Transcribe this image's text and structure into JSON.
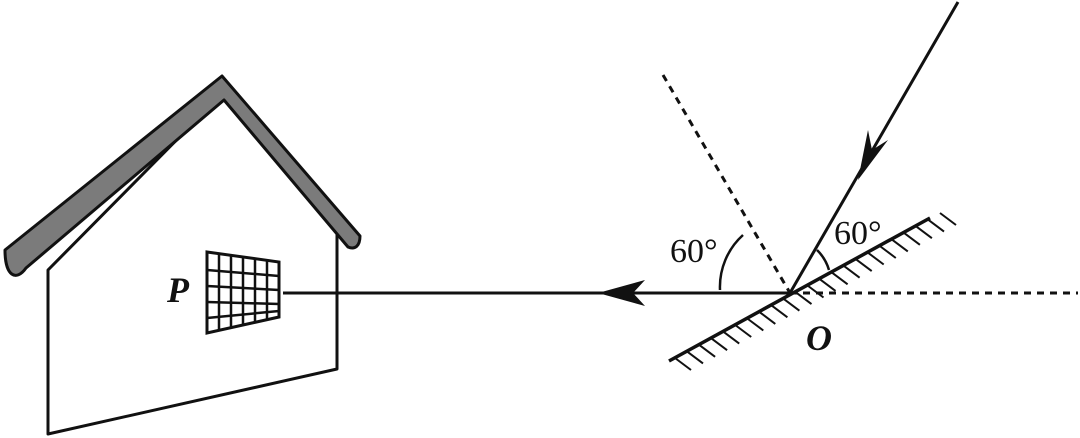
{
  "labels": {
    "window_point": "P",
    "incidence_point": "O",
    "angle_normal": "60°",
    "angle_mirror": "60°"
  },
  "colors": {
    "roof": "#7b7b7b",
    "stroke": "#111111",
    "background": "#ffffff"
  }
}
